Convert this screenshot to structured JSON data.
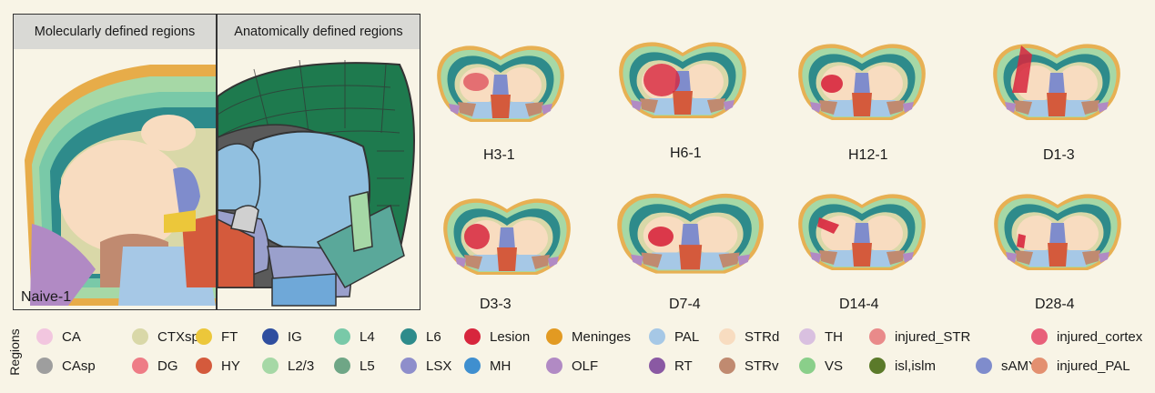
{
  "panels": {
    "molecular_header": "Molecularly defined regions",
    "anatomical_header": "Anatomically defined regions",
    "naive_label": "Naive-1"
  },
  "samples": [
    "H3-1",
    "H6-1",
    "H12-1",
    "D1-3",
    "D3-3",
    "D7-4",
    "D14-4",
    "D28-4"
  ],
  "legend": {
    "title": "Regions",
    "items": [
      {
        "label": "CA",
        "color": "#f2c6df"
      },
      {
        "label": "CAsp",
        "color": "#9e9e9e"
      },
      {
        "label": "CTXsp",
        "color": "#d9d8a8"
      },
      {
        "label": "DG",
        "color": "#ee7c86"
      },
      {
        "label": "FT",
        "color": "#ecc73a"
      },
      {
        "label": "HY",
        "color": "#d45a3c"
      },
      {
        "label": "IG",
        "color": "#2f4e9f"
      },
      {
        "label": "L2/3",
        "color": "#a6d8a6"
      },
      {
        "label": "L4",
        "color": "#79c9a8"
      },
      {
        "label": "L5",
        "color": "#6fa686"
      },
      {
        "label": "L6",
        "color": "#2e8b8b"
      },
      {
        "label": "LSX",
        "color": "#8e8ecb"
      },
      {
        "label": "Lesion",
        "color": "#d7263d"
      },
      {
        "label": "MH",
        "color": "#3f8fcf"
      },
      {
        "label": "Meninges",
        "color": "#e29a22"
      },
      {
        "label": "OLF",
        "color": "#b18ac4"
      },
      {
        "label": "PAL",
        "color": "#a6c8e6"
      },
      {
        "label": "RT",
        "color": "#8a59a3"
      },
      {
        "label": "STRd",
        "color": "#f8dcc0"
      },
      {
        "label": "STRv",
        "color": "#c08a70"
      },
      {
        "label": "TH",
        "color": "#d9c0e0"
      },
      {
        "label": "VS",
        "color": "#8acf8a"
      },
      {
        "label": "injured_STR",
        "color": "#e98a8a"
      },
      {
        "label": "isl,islm",
        "color": "#5b7a2a"
      },
      {
        "label": "sAMY",
        "color": "#7f8ccc"
      },
      {
        "label": "injured_cortex",
        "color": "#e8607a"
      },
      {
        "label": "injured_PAL",
        "color": "#e39070"
      }
    ]
  }
}
